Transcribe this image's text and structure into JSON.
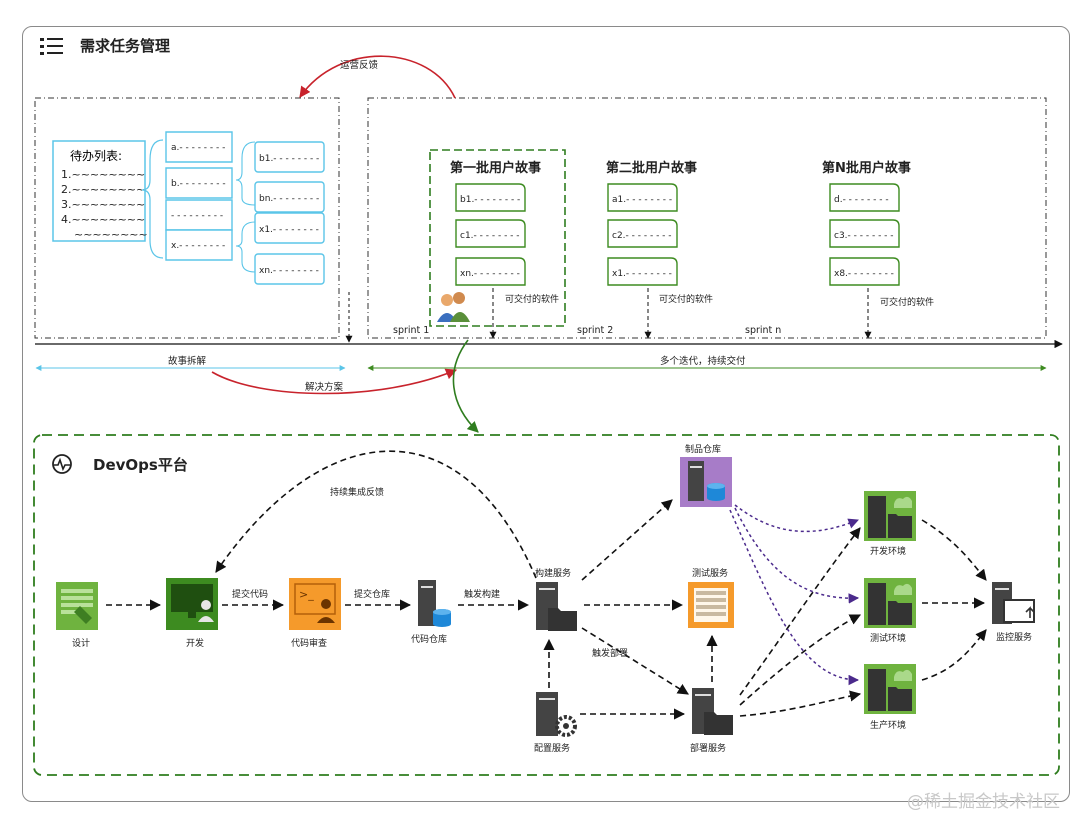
{
  "requirements": {
    "title": "需求任务管理",
    "ops_feedback": "运营反馈",
    "backlog": {
      "title": "待办列表:",
      "items": [
        "1.~~~~~~~~",
        "2.~~~~~~~~",
        "3.~~~~~~~~",
        "4.~~~~~~~~",
        "~~~~~~~~"
      ]
    },
    "decomposed_stories": [
      "a.- - - - - - - -",
      "b.- - - - - - - -",
      "- - - - - - - - -",
      "x.- - - - - - - -"
    ],
    "sub_stories": [
      "b1.- - - - - - - -",
      "bn.- - - - - - - -",
      "x1.- - - - - - - -",
      "xn.- - - - - - - -"
    ],
    "batches": [
      {
        "title": "第一批用户故事",
        "stories": [
          "b1.- - - - - - - -",
          "c1.- - - - - - - -",
          "xn.- - - - - - - -"
        ],
        "deliverable": "可交付的软件",
        "sprint": "sprint 1"
      },
      {
        "title": "第二批用户故事",
        "stories": [
          "a1.- - - - - - - -",
          "c2.- - - - - - - -",
          "x1.- - - - - - - -"
        ],
        "deliverable": "可交付的软件",
        "sprint": "sprint 2"
      },
      {
        "title": "第N批用户故事",
        "stories": [
          "d.- - - - - - - -",
          "c3.- - - - - - - -",
          "x8.- - - - - - - -"
        ],
        "deliverable": "可交付的软件",
        "sprint": "sprint n"
      }
    ],
    "story_split": "故事拆解",
    "solution": "解决方案",
    "iterations": "多个迭代，持续交付"
  },
  "devops": {
    "title": "DevOps平台",
    "nodes": {
      "design": "设计",
      "develop": "开发",
      "code_review": "代码审查",
      "code_repo": "代码仓库",
      "build": "构建服务",
      "artifact_repo": "制品仓库",
      "test_service": "测试服务",
      "config": "配置服务",
      "deploy": "部署服务",
      "dev_env": "开发环境",
      "test_env": "测试环境",
      "prod_env": "生产环境",
      "monitor": "监控服务"
    },
    "edges": {
      "commit_code": "提交代码",
      "commit_repo": "提交仓库",
      "trigger_build": "触发构建",
      "ci_feedback": "持续集成反馈",
      "trigger_deploy": "触发部署"
    }
  },
  "watermark": "@稀土掘金技术社区",
  "colors": {
    "green_dash": "#2f7d1f",
    "cyan_box": "#5bc5e8",
    "green_box": "#3d8b20",
    "red_arrow": "#c8232c",
    "purple_arrow": "#4b2a8c",
    "icon_green": "#6fb33f",
    "icon_orange": "#f59a2b",
    "icon_purple": "#a77cc8"
  }
}
